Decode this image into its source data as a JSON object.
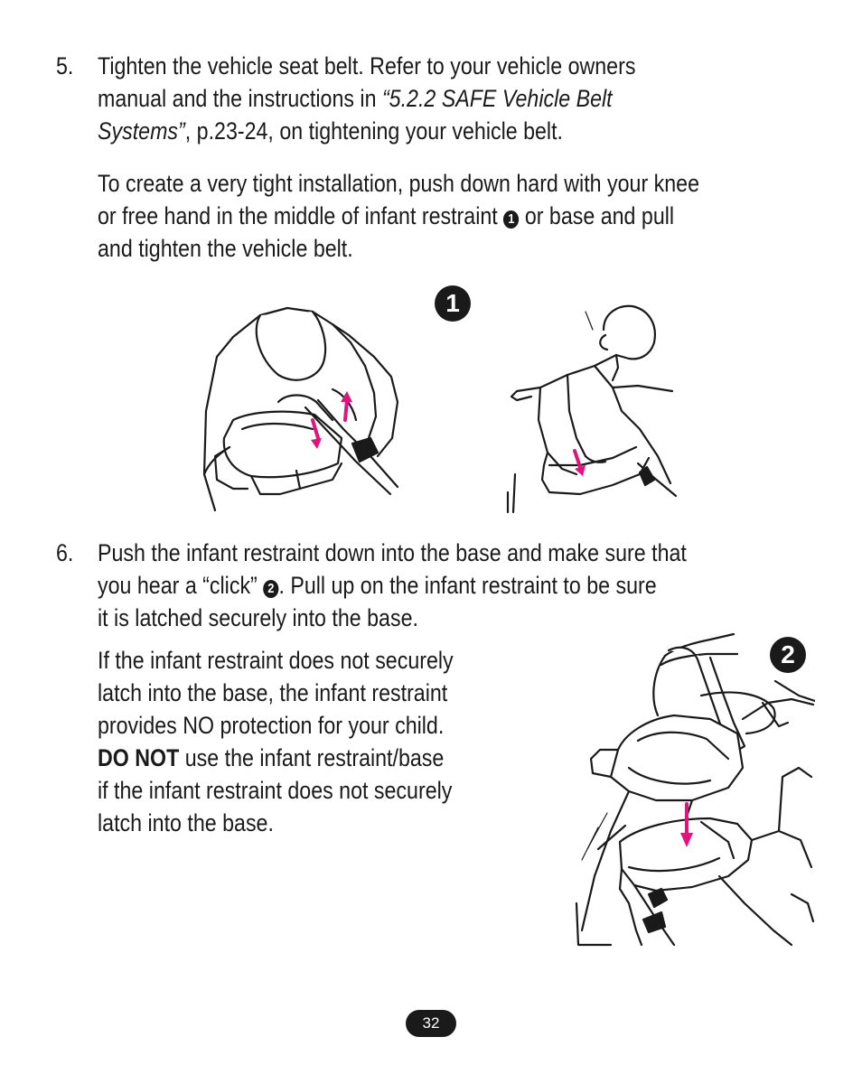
{
  "step5": {
    "number": "5.",
    "line1": "Tighten the vehicle seat belt. Refer to your vehicle owners",
    "line2_pre": "manual and the instructions in ",
    "line2_ref": "“5.2.2 SAFE Vehicle Belt",
    "line3_ref": "Systems”",
    "line3_post": ", p.23-24, on tightening your vehicle belt.",
    "para2_line1": "To create a very tight installation, push down hard with your knee",
    "para2_line2_pre": "or free hand in the middle of infant restraint ",
    "para2_line2_badge": "1",
    "para2_line2_post": " or base and pull",
    "para2_line3": "and tighten the vehicle belt."
  },
  "figure1": {
    "badge": "1"
  },
  "step6": {
    "number": "6.",
    "line1": "Push the infant restraint down into the base and make sure that",
    "line2_pre": "you hear a “click” ",
    "line2_badge": "2",
    "line2_post": ". Pull up on the infant restraint to be sure",
    "line3": "it is latched securely into the base.",
    "warn_line1": "If the infant restraint does not securely",
    "warn_line2": "latch into the base, the infant restraint",
    "warn_line3": "provides NO protection for your child.",
    "warn_line4_bold": "DO NOT",
    "warn_line4_post": " use the infant restraint/base",
    "warn_line5": "if the infant restraint does not securely",
    "warn_line6": "latch into the base."
  },
  "figure2": {
    "badge": "2"
  },
  "page_number": "32",
  "colors": {
    "text": "#1a1a1a",
    "accent_arrow": "#e0147c"
  }
}
